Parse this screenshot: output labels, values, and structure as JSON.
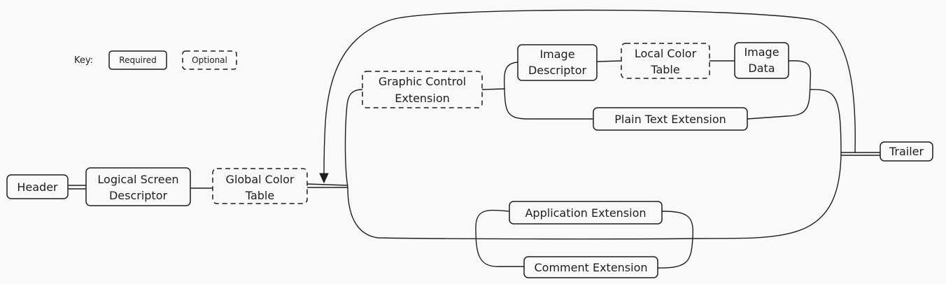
{
  "key": {
    "label": "Key:",
    "required": "Required",
    "optional": "Optional"
  },
  "nodes": {
    "header": {
      "lines": [
        "Header"
      ],
      "style": "required"
    },
    "lsd": {
      "lines": [
        "Logical Screen",
        "Descriptor"
      ],
      "style": "required"
    },
    "gct": {
      "lines": [
        "Global Color",
        "Table"
      ],
      "style": "optional"
    },
    "gce": {
      "lines": [
        "Graphic Control",
        "Extension"
      ],
      "style": "optional"
    },
    "image_descriptor": {
      "lines": [
        "Image",
        "Descriptor"
      ],
      "style": "required"
    },
    "lct": {
      "lines": [
        "Local Color",
        "Table"
      ],
      "style": "optional"
    },
    "image_data": {
      "lines": [
        "Image",
        "Data"
      ],
      "style": "required"
    },
    "plain_text": {
      "lines": [
        "Plain Text Extension"
      ],
      "style": "required"
    },
    "application": {
      "lines": [
        "Application Extension"
      ],
      "style": "required"
    },
    "comment": {
      "lines": [
        "Comment Extension"
      ],
      "style": "required"
    },
    "trailer": {
      "lines": [
        "Trailer"
      ],
      "style": "required"
    }
  }
}
